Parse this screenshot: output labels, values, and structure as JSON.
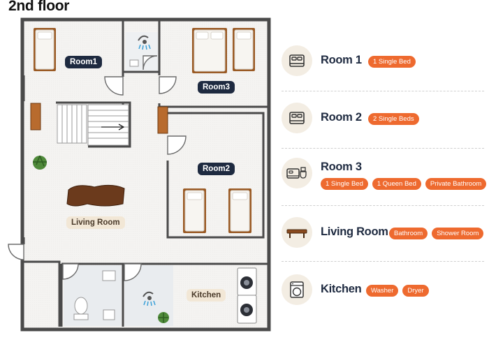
{
  "header": {
    "title": "2nd floor"
  },
  "plan_labels": {
    "room1": "Room1",
    "room2": "Room2",
    "room3": "Room3",
    "living_room": "Living Room",
    "kitchen": "Kitchen"
  },
  "legend": [
    {
      "name": "Room 1",
      "icon": "bed-icon",
      "tags": [
        "1 Single Bed"
      ]
    },
    {
      "name": "Room 2",
      "icon": "bed-icon",
      "tags": [
        "2 Single Beds"
      ]
    },
    {
      "name": "Room 3",
      "icon": "bed-and-toilet-icon",
      "tags": [
        "1 Single Bed",
        "1 Queen Bed",
        "Private Bathroom"
      ]
    },
    {
      "name": "Living Room",
      "icon": "coffee-table-icon",
      "tags": [
        "Bathroom",
        "Shower Room"
      ]
    },
    {
      "name": "Kitchen",
      "icon": "washer-icon",
      "tags": [
        "Washer",
        "Dryer"
      ]
    }
  ],
  "colors": {
    "accent": "#ee6a2f",
    "navy": "#1e2a40",
    "icon_bg": "#f3ede3",
    "floor": "#f4f3f1",
    "wall": "#4a4a4a"
  }
}
